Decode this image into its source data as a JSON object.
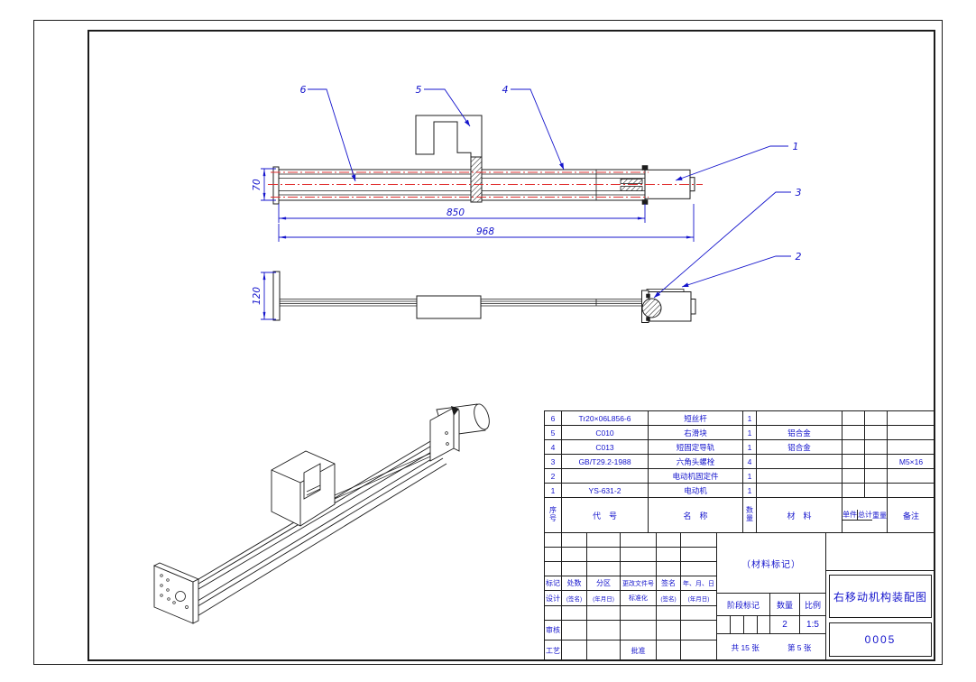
{
  "title_block": {
    "material_mark": "（材料标记）",
    "stage_mark": "阶段标记",
    "quantity": "数量",
    "scale": "比例",
    "quantity_value": "2",
    "scale_value": "1:5",
    "sheet_total": "共 15 张",
    "sheet_no": "第 5 张",
    "drawing_title": "右移动机构装配图",
    "drawing_no": "0005",
    "row_mark": [
      "标记",
      "处数",
      "分区",
      "更改文件号",
      "签名",
      "年、月、日"
    ],
    "row_design": [
      "设计",
      "(签名)",
      "(年月日)",
      "标准化",
      "(签名)",
      "(年月日)"
    ],
    "review": "审核",
    "process": "工艺",
    "approve": "批准"
  },
  "bom": {
    "header": {
      "seq": "序号",
      "code": "代　号",
      "name": "名　称",
      "qty": "数量",
      "material": "材　料",
      "unit": "单件",
      "total": "总计",
      "weight": "重量",
      "remark": "备注"
    },
    "rows": [
      {
        "seq": "6",
        "code": "Tr20×06L856-6",
        "name": "短丝杆",
        "qty": "1",
        "material": "",
        "remark": ""
      },
      {
        "seq": "5",
        "code": "C010",
        "name": "右滑块",
        "qty": "1",
        "material": "铝合金",
        "remark": ""
      },
      {
        "seq": "4",
        "code": "C013",
        "name": "短固定导轨",
        "qty": "1",
        "material": "铝合金",
        "remark": ""
      },
      {
        "seq": "3",
        "code": "GB/T29.2-1988",
        "name": "六角头螺栓",
        "qty": "4",
        "material": "",
        "remark": "M5×16"
      },
      {
        "seq": "2",
        "code": "",
        "name": "电动机固定件",
        "qty": "1",
        "material": "",
        "remark": ""
      },
      {
        "seq": "1",
        "code": "YS-631-2",
        "name": "电动机",
        "qty": "1",
        "material": "",
        "remark": ""
      }
    ]
  },
  "dimensions": {
    "rail_height": "70",
    "screw_length": "850",
    "total_length": "968",
    "plate_height": "120"
  },
  "balloons": {
    "b1": "1",
    "b2": "2",
    "b3": "3",
    "b4": "4",
    "b5": "5",
    "b6": "6"
  },
  "colors": {
    "line": "#1c1c1c",
    "annotation": "#1414cc",
    "centerline": "#e03030"
  }
}
